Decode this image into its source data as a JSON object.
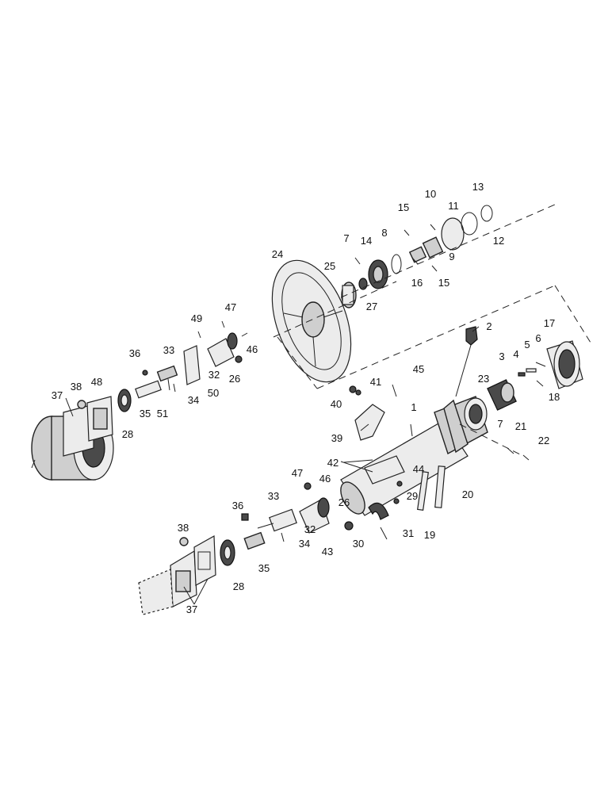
{
  "diagram": {
    "callouts": [
      "1",
      "2",
      "3",
      "4",
      "5",
      "6",
      "7",
      "8",
      "9",
      "10",
      "11",
      "12",
      "13",
      "14",
      "15",
      "16",
      "17",
      "18",
      "19",
      "20",
      "21",
      "22",
      "23",
      "24",
      "25",
      "26",
      "27",
      "28",
      "29",
      "30",
      "31",
      "32",
      "33",
      "34",
      "35",
      "36",
      "37",
      "38",
      "39",
      "40",
      "41",
      "42",
      "43",
      "44",
      "45",
      "46",
      "47",
      "48",
      "49",
      "50",
      "51"
    ],
    "parts": [
      "steering-wheel",
      "steering-column-tube",
      "horn-contact-cap",
      "universal-joint",
      "mounting-flange",
      "gasket",
      "bearing-seal",
      "column-shroud"
    ]
  }
}
